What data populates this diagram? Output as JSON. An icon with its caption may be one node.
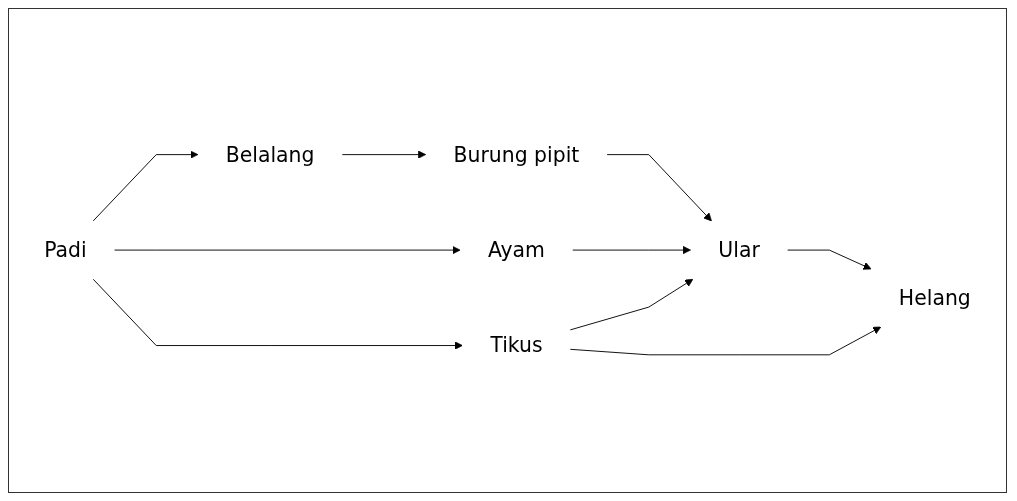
{
  "diagram": {
    "nodes": [
      {
        "text": [
          "Padi"
        ]
      },
      {
        "text": [
          "Belalang"
        ]
      },
      {
        "text": [
          "Burung pipit"
        ]
      },
      {
        "text": [
          "Ayam"
        ]
      },
      {
        "text": [
          "Ular"
        ]
      },
      {
        "text": [
          "Tikus"
        ]
      },
      {
        "text": [
          "Helang"
        ]
      }
    ],
    "edges": [
      {
        "from": 0,
        "to": 1,
        "arrow": "to"
      },
      {
        "from": 0,
        "to": 3,
        "arrow": "to"
      },
      {
        "from": 0,
        "to": 5,
        "arrow": "to"
      },
      {
        "from": 1,
        "to": 2,
        "arrow": "to"
      },
      {
        "from": 2,
        "to": 4,
        "arrow": "to"
      },
      {
        "from": 3,
        "to": 4,
        "arrow": "to"
      },
      {
        "from": 5,
        "to": 4,
        "arrow": "to"
      },
      {
        "from": 4,
        "to": 6,
        "arrow": "to"
      },
      {
        "from": 5,
        "to": 6,
        "arrow": "to"
      }
    ]
  }
}
